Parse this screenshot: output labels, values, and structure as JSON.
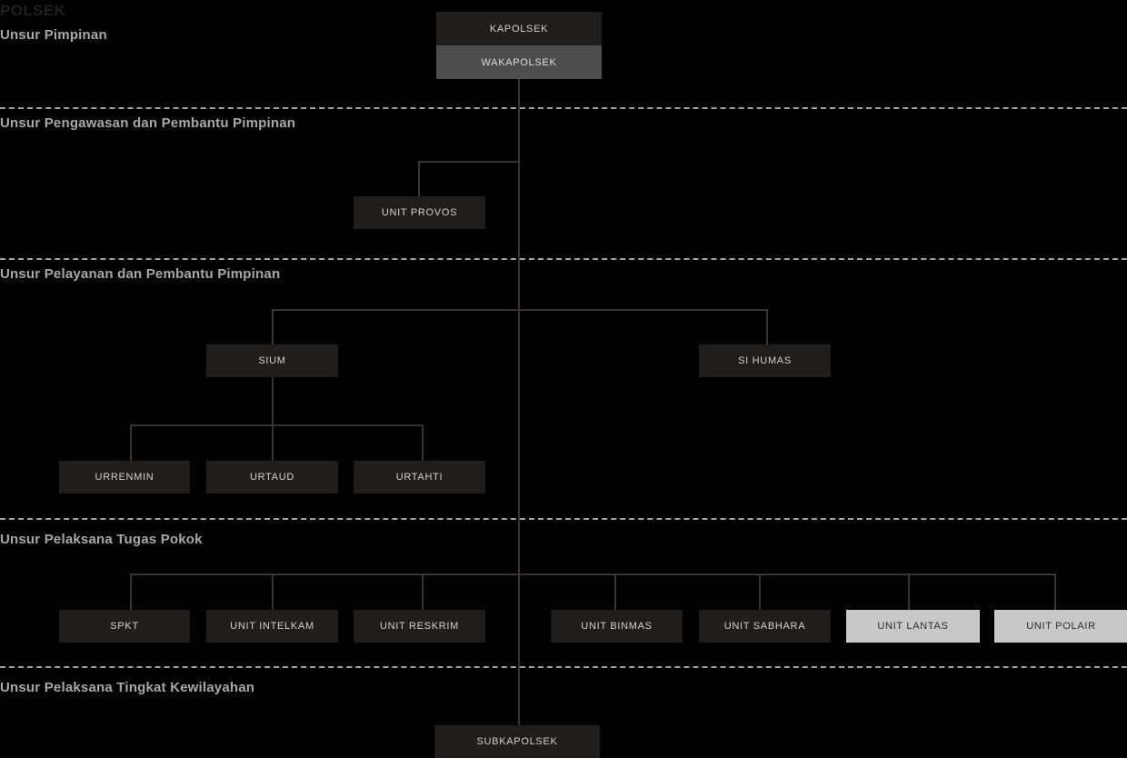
{
  "chart_title": "POLSEK",
  "colors": {
    "background": "#000000",
    "node_dark": "#211d1b",
    "node_gray": "#4d4d4d",
    "node_light": "#c8c8c8",
    "line": "#3a3330",
    "divider": "#a3a3a3",
    "band_label": "#a8a8a8"
  },
  "bands": [
    {
      "label": "Unsur Pimpinan"
    },
    {
      "label": "Unsur Pengawasan dan Pembantu Pimpinan"
    },
    {
      "label": "Unsur Pelayanan dan Pembantu Pimpinan"
    },
    {
      "label": "Unsur Pelaksana Tugas Pokok"
    },
    {
      "label": "Unsur Pelaksana Tingkat Kewilayahan"
    }
  ],
  "nodes": {
    "kapolsek": "KAPOLSEK",
    "wakapolsek": "WAKAPOLSEK",
    "unit_provos": "UNIT PROVOS",
    "sium": "SIUM",
    "si_humas": "SI HUMAS",
    "urrenmin": "URRENMIN",
    "urtaud": "URTAUD",
    "urtahti": "URTAHTI",
    "spkt": "SPKT",
    "unit_intelkam": "UNIT INTELKAM",
    "unit_reskrim": "UNIT RESKRIM",
    "unit_binmas": "UNIT BINMAS",
    "unit_sabhara": "UNIT SABHARA",
    "unit_lantas": "UNIT LANTAS",
    "unit_polair": "UNIT POLAIR",
    "subkapolsek": "SUBKAPOLSEK"
  }
}
